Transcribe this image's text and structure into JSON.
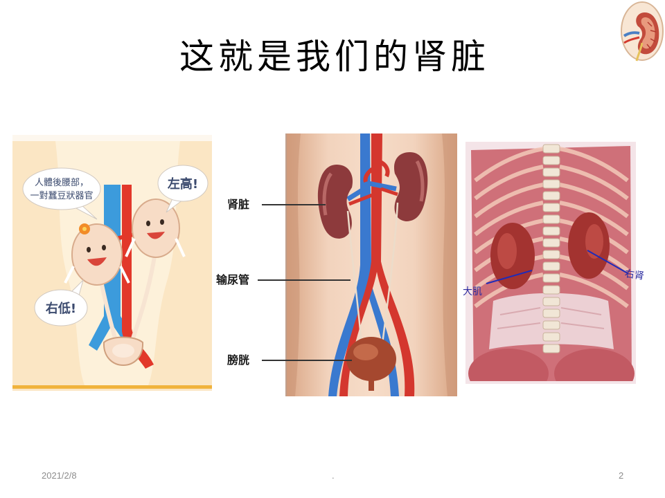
{
  "title": "这就是我们的肾脏",
  "icons": {
    "logo": "kidney-logo-icon"
  },
  "panels": {
    "cartoon": {
      "bubble_intro": [
        "人體後腰部，",
        "一對蠶豆狀器官"
      ],
      "bubble_high": "左高!",
      "bubble_low": "右低!"
    },
    "anatomy_front": {
      "labels": {
        "kidney": "肾脏",
        "ureter": "输尿管",
        "bladder": "膀胱"
      }
    },
    "anatomy_back": {
      "labels": {
        "right_kidney": "右肾",
        "muscle": "大肌"
      }
    }
  },
  "footer": {
    "date": "2021/2/8",
    "center": ".",
    "page_number": "2"
  },
  "colors": {
    "artery": "#d4372e",
    "vein": "#3a79cf",
    "pointer_line": "#1f2bb8",
    "label_blue": "#2b2ba0",
    "bubble_text": "#3b4a6e",
    "footer_text": "#8c8c8c"
  }
}
